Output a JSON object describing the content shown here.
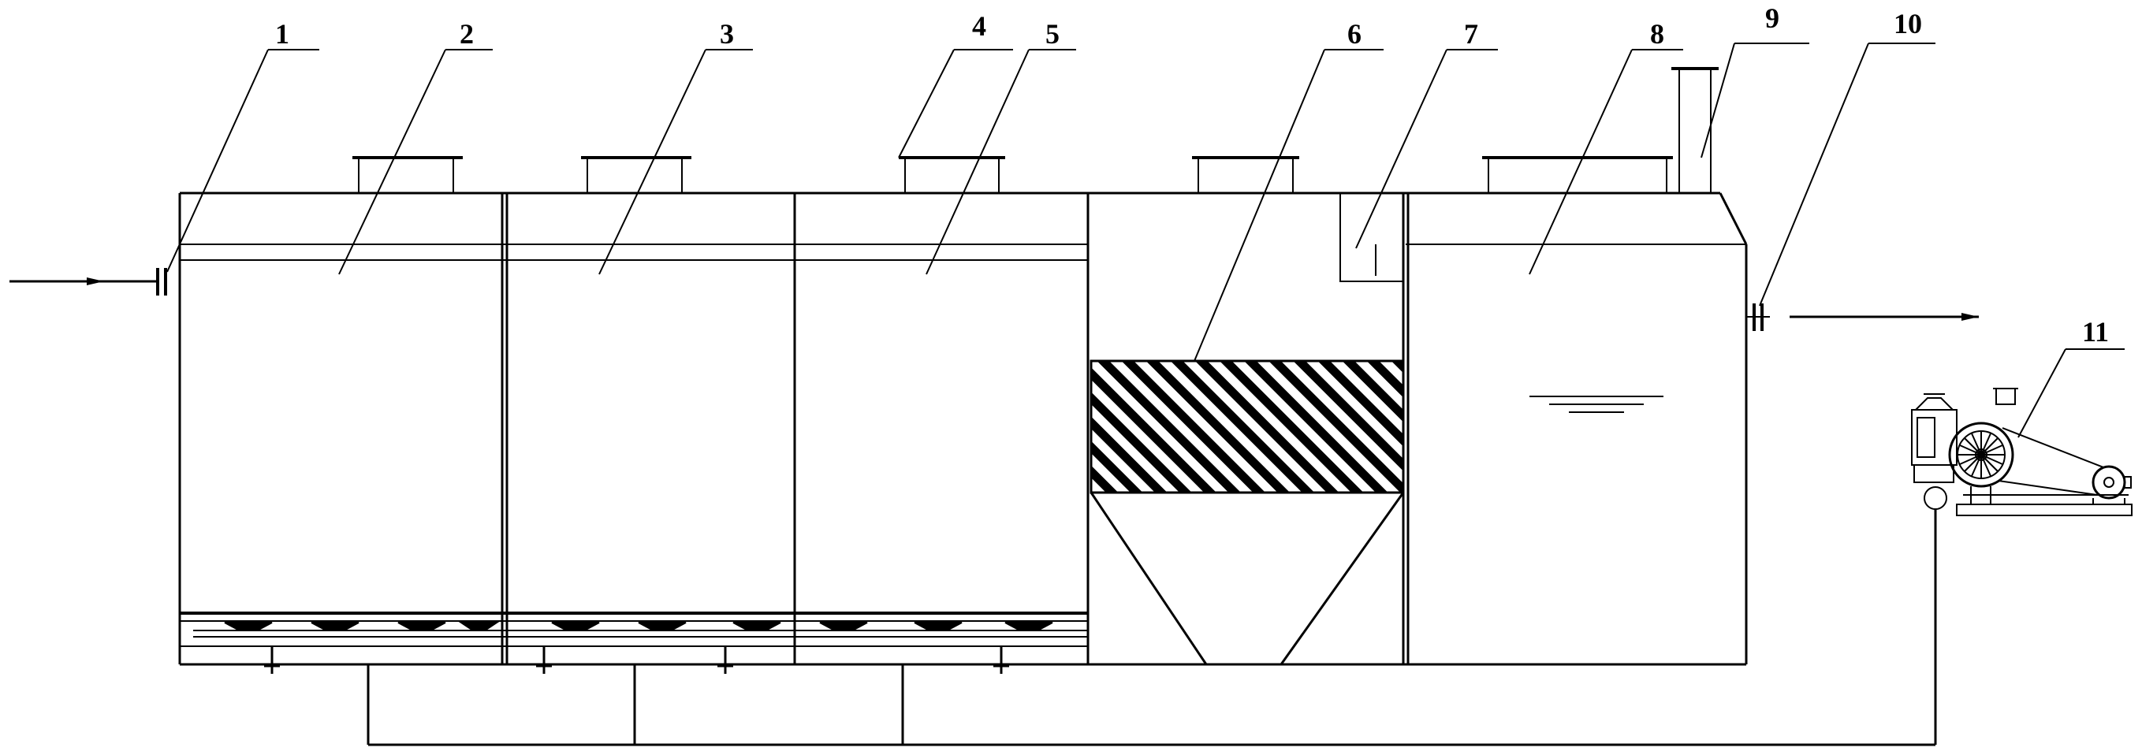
{
  "labels": [
    {
      "id": "label-1",
      "text": "1"
    },
    {
      "id": "label-2",
      "text": "2"
    },
    {
      "id": "label-3",
      "text": "3"
    },
    {
      "id": "label-4",
      "text": "4"
    },
    {
      "id": "label-5",
      "text": "5"
    },
    {
      "id": "label-6",
      "text": "6"
    },
    {
      "id": "label-7",
      "text": "7"
    },
    {
      "id": "label-8",
      "text": "8"
    },
    {
      "id": "label-9",
      "text": "9"
    },
    {
      "id": "label-10",
      "text": "10"
    },
    {
      "id": "label-11",
      "text": "11"
    }
  ],
  "colors": {
    "stroke": "#000000",
    "background": "#ffffff"
  }
}
